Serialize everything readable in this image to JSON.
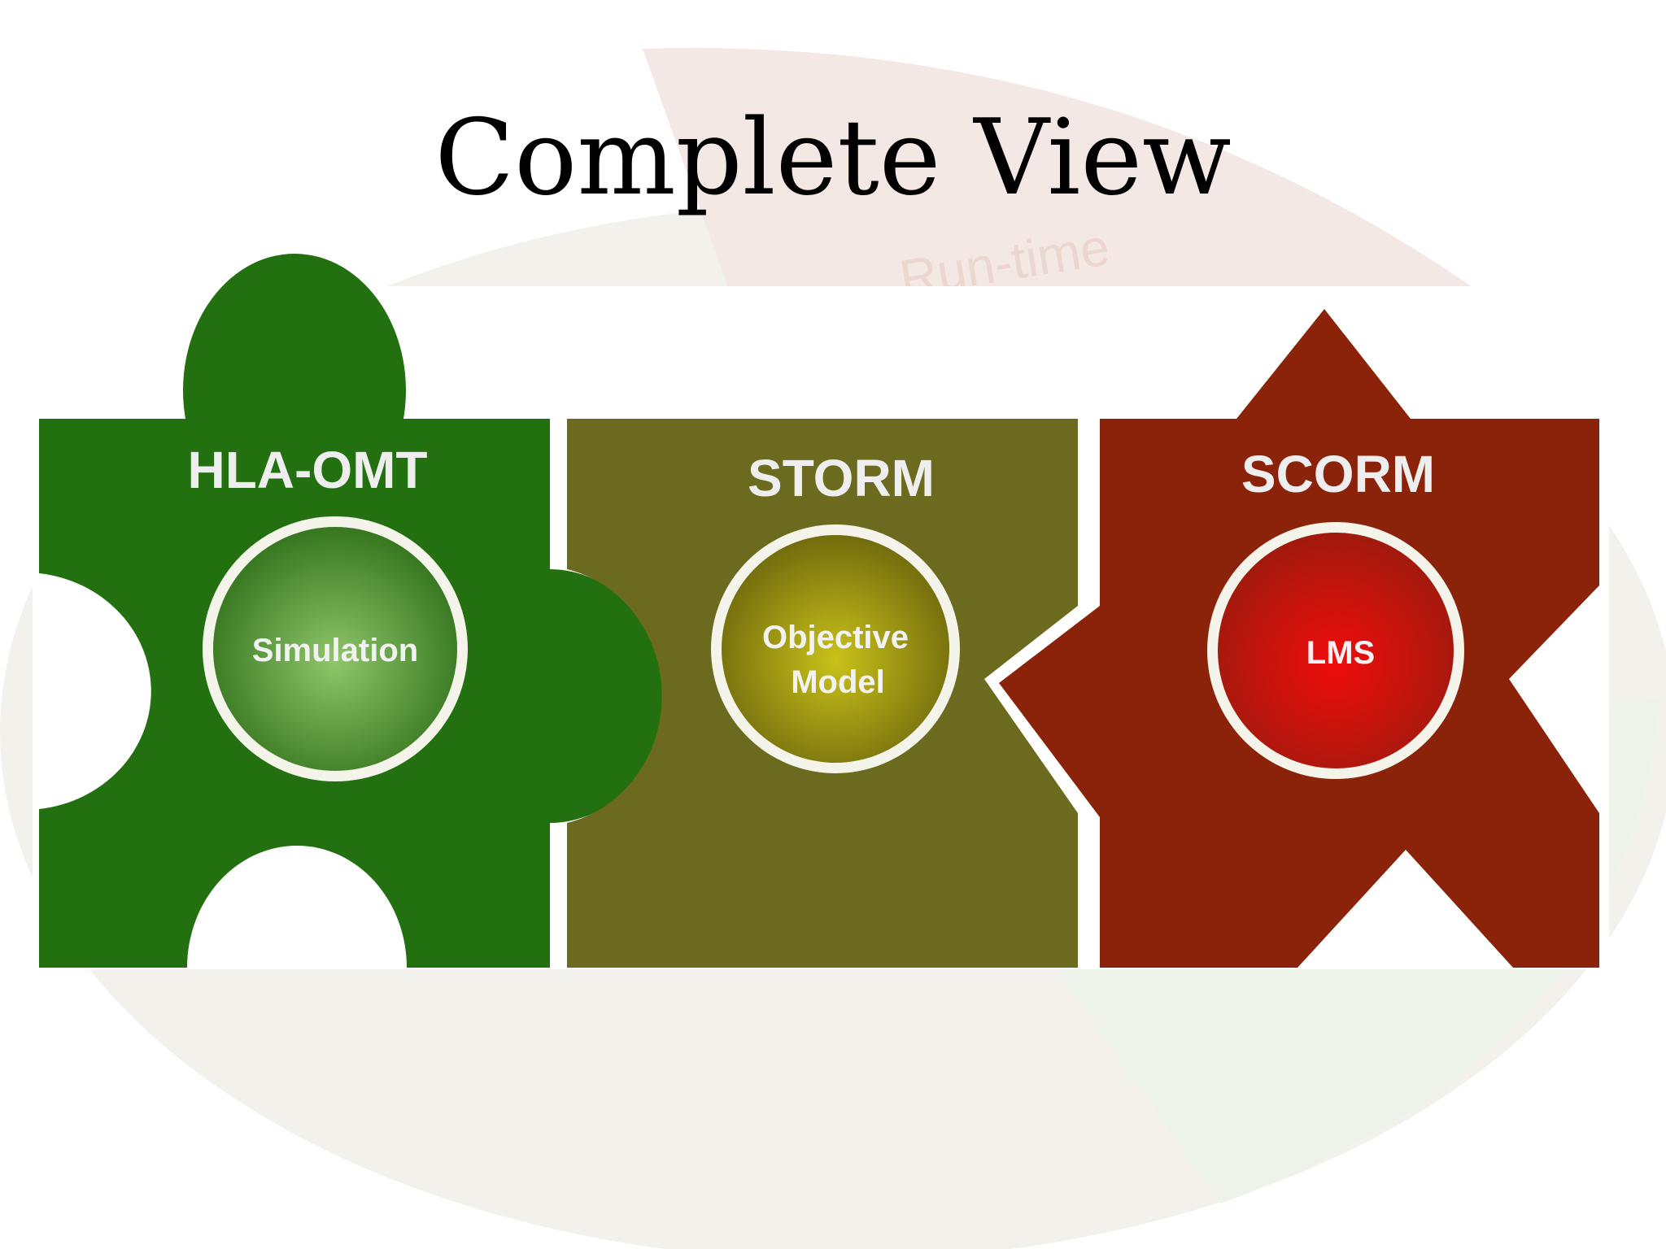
{
  "title": "Complete View",
  "watermark": {
    "label": "Run-time",
    "colors": {
      "disc": "#f3f1ec",
      "wedge_red": "#f4e8e5",
      "wedge_green": "#eef3ea",
      "text": "#ecd6d0"
    }
  },
  "pieces": [
    {
      "label": "HLA-OMT",
      "center_label": "Simulation",
      "color": "#237010",
      "circle_highlight": "#8fc66a",
      "circle_shade": "#2e6f18"
    },
    {
      "label": "STORM",
      "center_label_lines": [
        "Objective",
        "Model"
      ],
      "color": "#6b6a1e",
      "circle_highlight": "#c9c21a",
      "circle_shade": "#6b640c"
    },
    {
      "label": "SCORM",
      "center_label": "LMS",
      "color": "#8a2309",
      "circle_highlight": "#f00c0c",
      "circle_shade": "#9a1b0d"
    }
  ]
}
